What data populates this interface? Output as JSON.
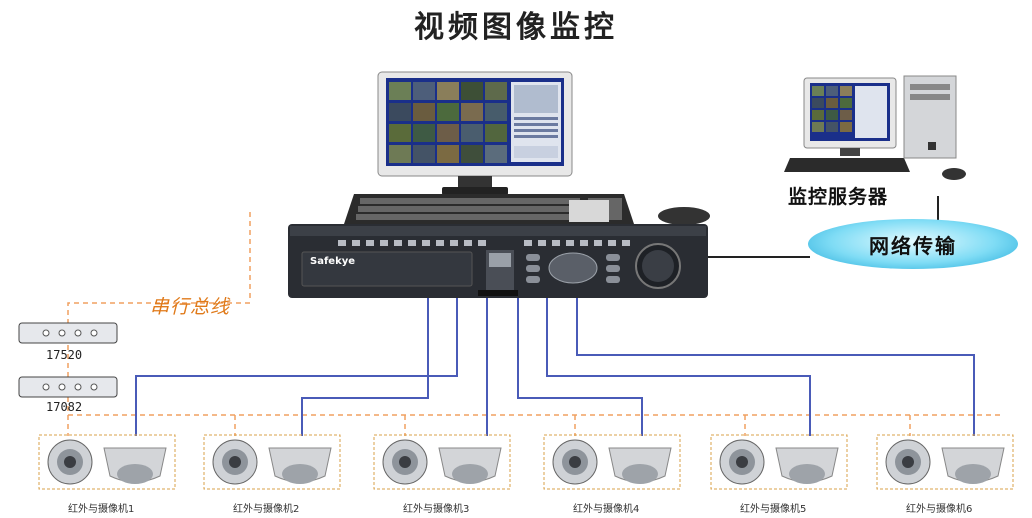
{
  "title": "视频图像监控",
  "server": {
    "label": "监控服务器"
  },
  "network": {
    "label": "网络传输"
  },
  "bus": {
    "label": "串行总线"
  },
  "dvr": {
    "brand": "Safekye"
  },
  "devices": [
    {
      "label": "17520"
    },
    {
      "label": "17082"
    }
  ],
  "cameras": [
    {
      "label": "红外与摄像机1"
    },
    {
      "label": "红外与摄像机2"
    },
    {
      "label": "红外与摄像机3"
    },
    {
      "label": "红外与摄像机4"
    },
    {
      "label": "红外与摄像机5"
    },
    {
      "label": "红外与摄像机6"
    }
  ],
  "colors": {
    "video_line": "#4a5bb8",
    "bus_line": "#f0a060",
    "network_oval": "#3cc0e8"
  }
}
